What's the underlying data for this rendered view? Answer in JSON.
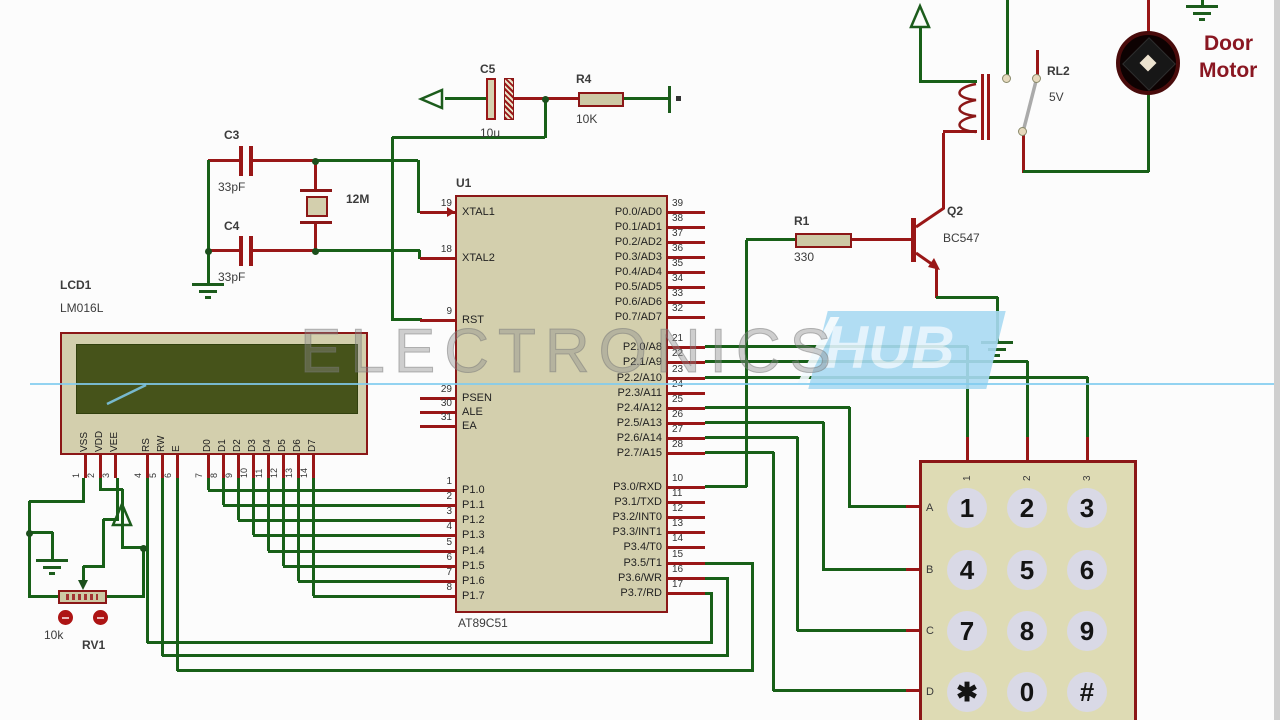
{
  "watermark": {
    "line1": "ELECTRONICS",
    "line2": "HUB"
  },
  "mcu": {
    "ref": "U1",
    "part": "AT89C51",
    "left_pins": [
      {
        "num": "19",
        "name": "XTAL1"
      },
      {
        "num": "18",
        "name": "XTAL2"
      },
      {
        "num": "9",
        "name": "RST"
      },
      {
        "num": "29",
        "name": "PSEN"
      },
      {
        "num": "30",
        "name": "ALE"
      },
      {
        "num": "31",
        "name": "EA"
      },
      {
        "num": "1",
        "name": "P1.0"
      },
      {
        "num": "2",
        "name": "P1.1"
      },
      {
        "num": "3",
        "name": "P1.2"
      },
      {
        "num": "4",
        "name": "P1.3"
      },
      {
        "num": "5",
        "name": "P1.4"
      },
      {
        "num": "6",
        "name": "P1.5"
      },
      {
        "num": "7",
        "name": "P1.6"
      },
      {
        "num": "8",
        "name": "P1.7"
      }
    ],
    "right_pins": [
      {
        "num": "39",
        "name": "P0.0/AD0"
      },
      {
        "num": "38",
        "name": "P0.1/AD1"
      },
      {
        "num": "37",
        "name": "P0.2/AD2"
      },
      {
        "num": "36",
        "name": "P0.3/AD3"
      },
      {
        "num": "35",
        "name": "P0.4/AD4"
      },
      {
        "num": "34",
        "name": "P0.5/AD5"
      },
      {
        "num": "33",
        "name": "P0.6/AD6"
      },
      {
        "num": "32",
        "name": "P0.7/AD7"
      },
      {
        "num": "21",
        "name": "P2.0/A8"
      },
      {
        "num": "22",
        "name": "P2.1/A9"
      },
      {
        "num": "23",
        "name": "P2.2/A10"
      },
      {
        "num": "24",
        "name": "P2.3/A11"
      },
      {
        "num": "25",
        "name": "P2.4/A12"
      },
      {
        "num": "26",
        "name": "P2.5/A13"
      },
      {
        "num": "27",
        "name": "P2.6/A14"
      },
      {
        "num": "28",
        "name": "P2.7/A15"
      },
      {
        "num": "10",
        "name": "P3.0/RXD"
      },
      {
        "num": "11",
        "name": "P3.1/TXD"
      },
      {
        "num": "12",
        "name": "P3.2/INT0"
      },
      {
        "num": "13",
        "name": "P3.3/INT1"
      },
      {
        "num": "14",
        "name": "P3.4/T0"
      },
      {
        "num": "15",
        "name": "P3.5/T1"
      },
      {
        "num": "16",
        "name": "P3.6/WR"
      },
      {
        "num": "17",
        "name": "P3.7/RD"
      }
    ]
  },
  "lcd": {
    "ref": "LCD1",
    "part": "LM016L",
    "pins": [
      {
        "num": "1",
        "name": "VSS"
      },
      {
        "num": "2",
        "name": "VDD"
      },
      {
        "num": "3",
        "name": "VEE"
      },
      {
        "num": "4",
        "name": "RS"
      },
      {
        "num": "5",
        "name": "RW"
      },
      {
        "num": "6",
        "name": "E"
      },
      {
        "num": "7",
        "name": "D0"
      },
      {
        "num": "8",
        "name": "D1"
      },
      {
        "num": "9",
        "name": "D2"
      },
      {
        "num": "10",
        "name": "D3"
      },
      {
        "num": "11",
        "name": "D4"
      },
      {
        "num": "12",
        "name": "D5"
      },
      {
        "num": "13",
        "name": "D6"
      },
      {
        "num": "14",
        "name": "D7"
      }
    ]
  },
  "components": {
    "c3": {
      "ref": "C3",
      "value": "33pF"
    },
    "c4": {
      "ref": "C4",
      "value": "33pF"
    },
    "c5": {
      "ref": "C5",
      "value": "10u"
    },
    "crystal": {
      "value": "12M"
    },
    "r4": {
      "ref": "R4",
      "value": "10K"
    },
    "r1": {
      "ref": "R1",
      "value": "330"
    },
    "q2": {
      "ref": "Q2",
      "part": "BC547"
    },
    "relay": {
      "ref": "RL2",
      "value": "5V"
    },
    "pot": {
      "ref": "RV1",
      "value": "10k"
    },
    "motor": {
      "label": [
        "Door",
        "Motor"
      ]
    }
  },
  "keypad": {
    "col_labels": [
      "1",
      "2",
      "3"
    ],
    "row_labels": [
      "A",
      "B",
      "C",
      "D"
    ],
    "keys": [
      [
        "1",
        "2",
        "3"
      ],
      [
        "4",
        "5",
        "6"
      ],
      [
        "7",
        "8",
        "9"
      ],
      [
        "✱",
        "0",
        "#"
      ]
    ]
  },
  "colors": {
    "wire_green": "#186018",
    "pin_red": "#991717",
    "component_fill": "#d3cfad",
    "component_border": "#8b1717",
    "lcd_screen": "#46531a",
    "watermark_blue": "#a9daf3",
    "keypad_fill": "#dedbb4",
    "button_fill": "#d9d9e6",
    "motor_label": "#8a1722"
  }
}
